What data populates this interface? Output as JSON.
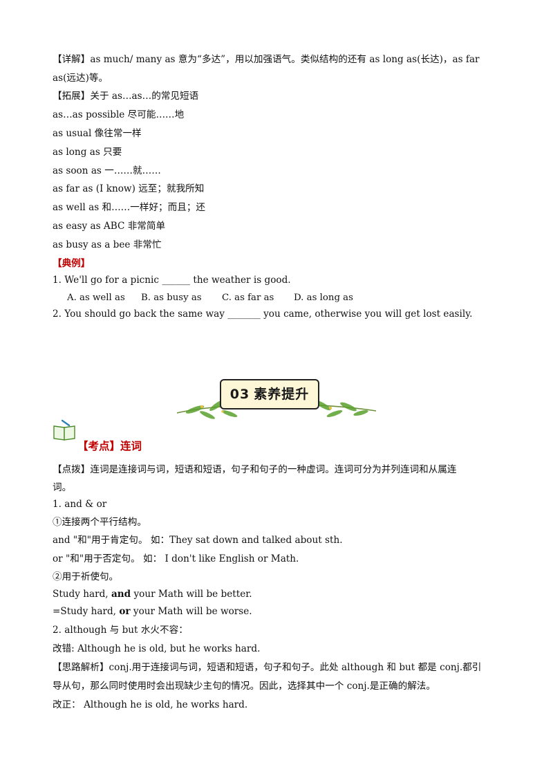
{
  "detail": {
    "line1": "【详解】as much/ many as 意为“多达”，用以加强语气。类似结构的还有  as long as(长达)，as far",
    "line2": "as(远达)等。"
  },
  "extension": {
    "heading": "【拓展】关于 as…as…的常见短语",
    "phrases": [
      "as…as possible  尽可能……地",
      "as usual  像往常一样",
      "as long as  只要",
      "as soon as  一……就……",
      "as far as (I know)  远至；就我所知",
      "as well as  和……一样好；而且；还",
      "as easy as ABC    非常简单",
      "as busy as a bee    非常忙"
    ]
  },
  "example": {
    "heading": "【典例】",
    "q1": "1.  We'll go for a picnic ______ the weather is good.",
    "q1_options": [
      "A. as well as",
      "B. as busy as",
      "C. as far as",
      "D. as long as"
    ],
    "q2": "2. You should go back the same way _______ you came, otherwise you will get lost easily."
  },
  "banner": {
    "number": "03",
    "title": "素养提升"
  },
  "kaodian": {
    "heading": "【考点】连词"
  },
  "body": {
    "tip_line1": "【点拨】连词是连接词与词，短语和短语，句子和句子的一种虚词。连词可分为并列连词和从属连",
    "tip_line2": "词。",
    "s1_title": "1. and & or",
    "s1_sub1": "①连接两个平行结构。",
    "s1_and": "and \"和\"用于肯定句。 如：They sat down and talked about sth.",
    "s1_or": "or \"和\"用于否定句。  如： I  don't like English or Math.",
    "s1_sub2": "②用于祈使句。",
    "imp1_a": "Study hard, ",
    "imp1_b": "and",
    "imp1_c": "  your Math will be better.",
    "imp2_a": "=Study hard, ",
    "imp2_b": "or",
    "imp2_c": "  your Math will be worse.",
    "s2_title": "2. although  与 but  水火不容：",
    "s2_wrong": "改错: Although he is old, but he works hard.",
    "s2_analysis1": "【思路解析】conj.用于连接词与词，短语和短语，句子和句子。此处 although  和 but  都是 conj.都引",
    "s2_analysis2": "导从句，那么同时使用时会出现缺少主句的情况。因此，选择其中一个 conj.是正确的解法。",
    "s2_correct": "改正：  Although he is old, he works hard."
  },
  "colors": {
    "accent_red": "#c00000",
    "banner_bg": "#fdf7d8",
    "leaf_green": "#5aa02c"
  }
}
